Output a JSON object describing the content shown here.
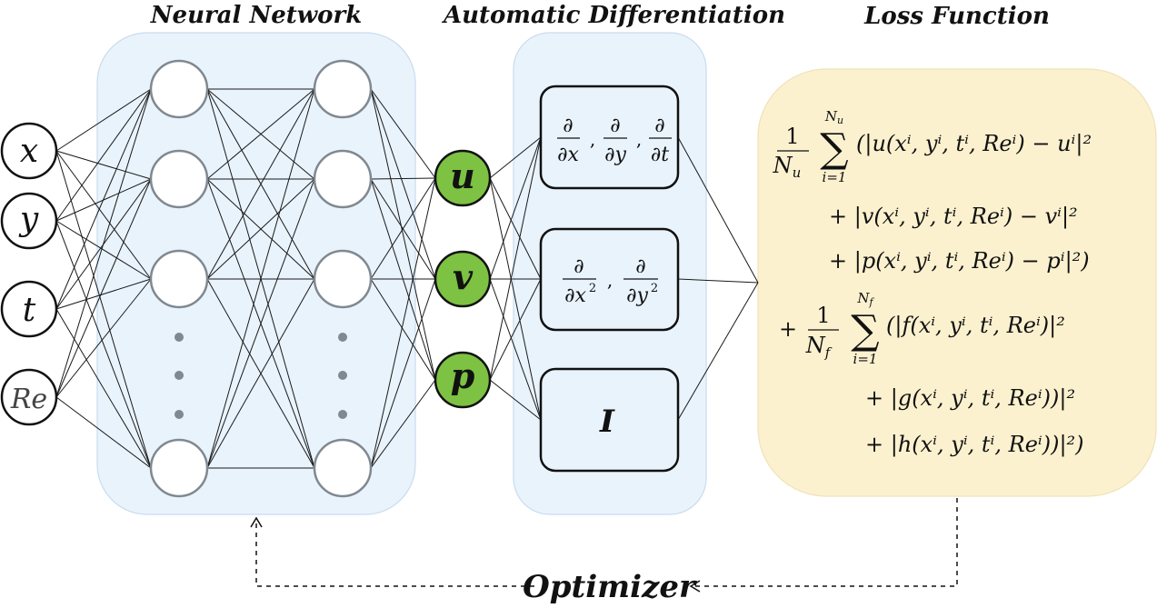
{
  "titles": {
    "neural_network": "Neural Network",
    "autodiff": "Automatic Differentiation",
    "loss": "Loss Function",
    "optimizer": "Optimizer"
  },
  "inputs": [
    "x",
    "y",
    "t",
    "Re"
  ],
  "outputs": [
    "u",
    "v",
    "p"
  ],
  "autodiff_boxes": {
    "first_order": {
      "num": "∂",
      "den": [
        "∂x",
        "∂y",
        "∂t"
      ]
    },
    "second_order": {
      "num": "∂",
      "den_base": [
        "∂x",
        "∂y"
      ],
      "den_exp": "2"
    },
    "identity": "I"
  },
  "loss": {
    "one": "1",
    "sum_upper_u": "Nu",
    "sum_lower": "i=1",
    "Nu": "N",
    "Nu_sub": "u",
    "Nf": "N",
    "Nf_sub": "f",
    "sum_upper_f": "Nf",
    "plus": "+",
    "line_u": "(|u(xⁱ, yⁱ, tⁱ, Reⁱ) − uⁱ|²",
    "line_v": "+ |v(xⁱ, yⁱ, tⁱ, Reⁱ) − vⁱ|²",
    "line_p": "+ |p(xⁱ, yⁱ, tⁱ, Reⁱ) − pⁱ|²)",
    "line_f": "(|f(xⁱ, yⁱ, tⁱ, Reⁱ)|²",
    "line_g": "+ |g(xⁱ, yⁱ, tⁱ, Reⁱ))|²",
    "line_h": "+ |h(xⁱ, yⁱ, tⁱ, Reⁱ))|²)"
  },
  "colors": {
    "panel_blue": "#e9f3fc",
    "panel_blue_stroke": "#c9dcee",
    "panel_yellow": "#fcf1cf",
    "panel_yellow_stroke": "#efe2b8",
    "output_green": "#7dc242",
    "hidden_stroke": "#808890",
    "dot": "#808890"
  }
}
